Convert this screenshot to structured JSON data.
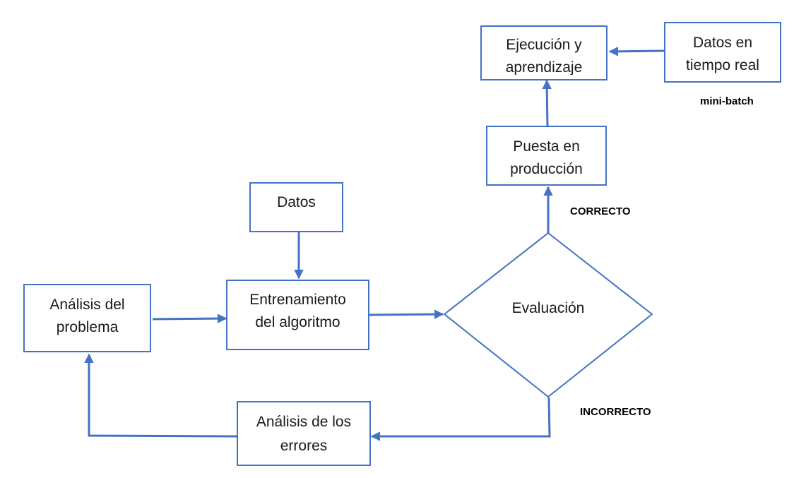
{
  "nodes": {
    "analisis_problema": {
      "line1": "Análisis del",
      "line2": "problema"
    },
    "datos": {
      "label": "Datos"
    },
    "entrenamiento": {
      "line1": "Entrenamiento",
      "line2": "del algoritmo"
    },
    "evaluacion": {
      "label": "Evaluación"
    },
    "puesta_produccion": {
      "line1": "Puesta en",
      "line2": "producción"
    },
    "ejecucion": {
      "line1": "Ejecución y",
      "line2": "aprendizaje"
    },
    "datos_tiempo_real": {
      "line1": "Datos en",
      "line2": "tiempo real"
    },
    "analisis_errores": {
      "line1": "Análisis de los",
      "line2": "errores"
    }
  },
  "labels": {
    "correcto": "CORRECTO",
    "incorrecto": "INCORRECTO",
    "mini_batch": "mini-batch"
  },
  "colors": {
    "accent": "#4472c4",
    "text": "#1a1a1a"
  }
}
